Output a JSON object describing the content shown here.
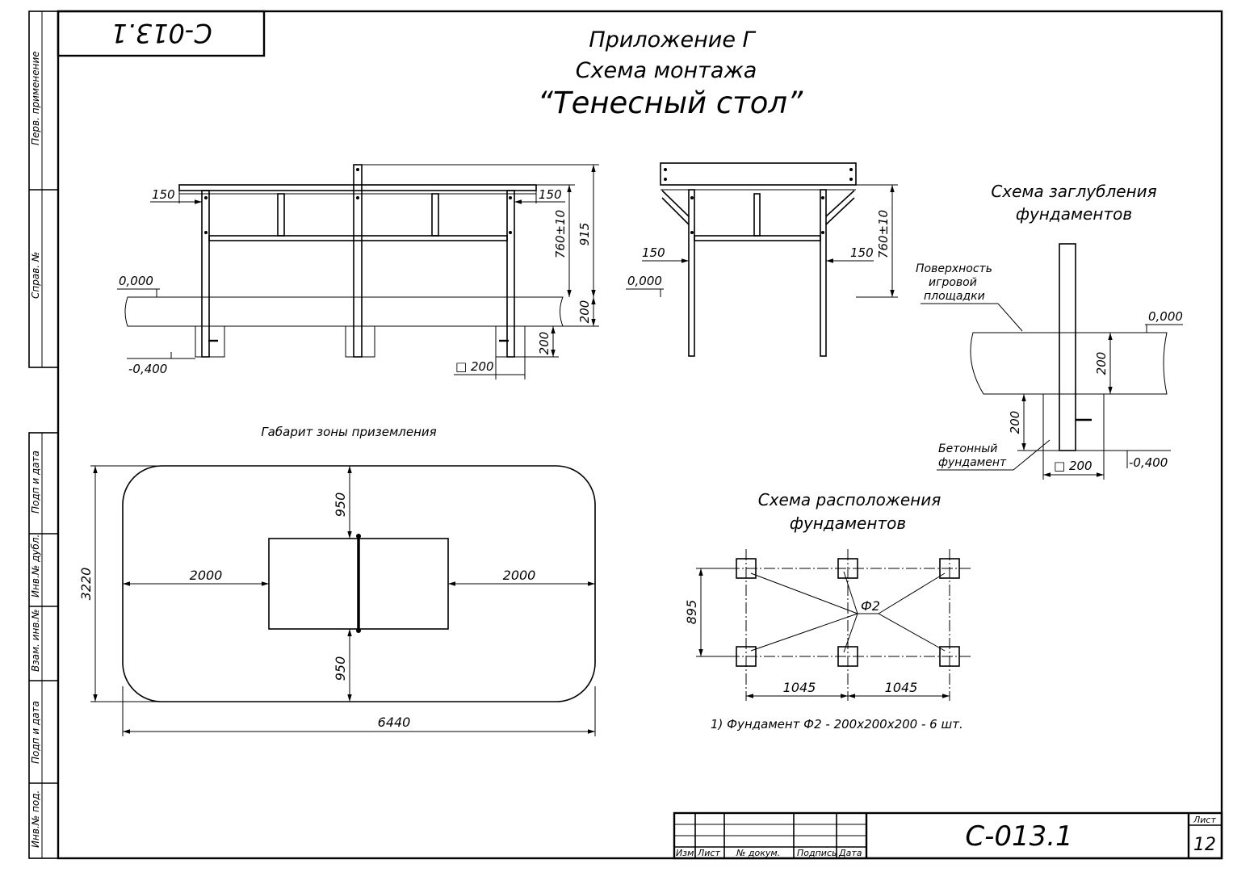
{
  "drawing": {
    "code": "С-013.1",
    "code_upside": "С-013.1",
    "sheet_label": "Лист",
    "sheet_number": "12",
    "title_line1": "Приложение Г",
    "title_line2": "Схема монтажа",
    "title_line3": "“Тенесный стол”",
    "note": "1) Фундамент Ф2 - 200х200х200 - 6 шт."
  },
  "side_strip": {
    "perv_primenenie": "Перв. применение",
    "sprav_no": "Справ. №",
    "podp_data_1": "Подп и дата",
    "inv_dubl": "Инв.№ дубл.",
    "vzam_inv": "Взам. инв.№",
    "podp_data_2": "Подп и дата",
    "inv_pod": "Инв.№ под."
  },
  "title_block": {
    "izm": "Изм.",
    "list": "Лист",
    "doc_no": "№ докум.",
    "podpis": "Подпись",
    "data": "Дата"
  },
  "front_view": {
    "dim_150_left": "150",
    "dim_150_right": "150",
    "dim_760": "760±10",
    "dim_915": "915",
    "level_0": "0,000",
    "level_minus": "-0,400",
    "dim_200_ground": "200",
    "dim_200_found": "200",
    "dim_square_200": "□ 200"
  },
  "end_view": {
    "dim_150_left": "150",
    "dim_150_right": "150",
    "dim_760": "760±10",
    "level_0": "0,000"
  },
  "depth_scheme": {
    "title1": "Схема заглубления",
    "title2": "фундаментов",
    "surface1": "Поверхность",
    "surface2": "игровой",
    "surface3": "площадки",
    "level_0": "0,000",
    "dim_200_soil": "200",
    "dim_200_found": "200",
    "concrete1": "Бетонный",
    "concrete2": "фундамент",
    "dim_square_200": "□ 200",
    "level_minus": "-0,400"
  },
  "landing_zone": {
    "title": "Габарит зоны приземления",
    "dim_3220": "3220",
    "dim_6440": "6440",
    "dim_2000_left": "2000",
    "dim_2000_right": "2000",
    "dim_950_top": "950",
    "dim_950_bottom": "950"
  },
  "layout_scheme": {
    "title1": "Схема расположения",
    "title2": "фундаментов",
    "dim_895": "895",
    "dim_1045_left": "1045",
    "dim_1045_right": "1045",
    "label_f2": "Ф2"
  }
}
